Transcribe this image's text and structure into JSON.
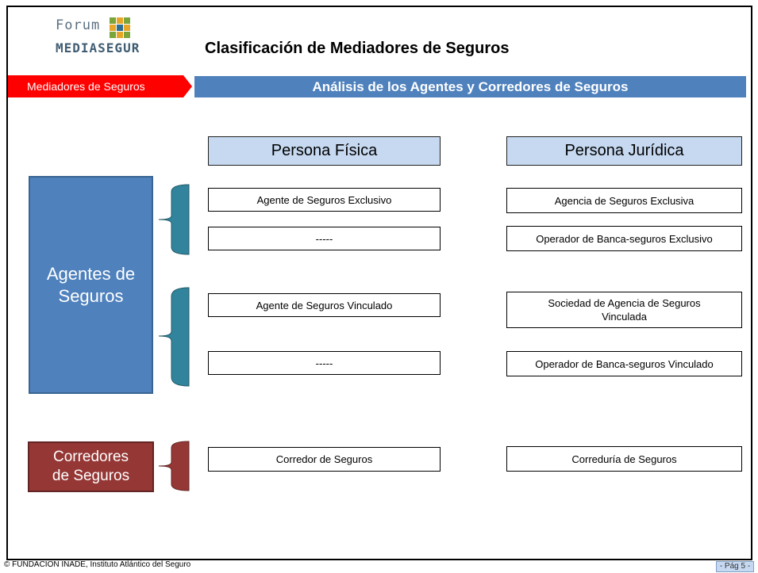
{
  "header": {
    "logo": {
      "line1": "Forum",
      "line2": "MEDIASEGUR"
    },
    "title": "Clasificación  de Mediadores de Seguros"
  },
  "section_bar": {
    "tab_label": "Mediadores de Seguros",
    "heading": "Análisis de los Agentes y Corredores de Seguros",
    "tab_color": "#ff0000",
    "bar_color": "#4f81bd"
  },
  "columns": {
    "fisica": "Persona Física",
    "juridica": "Persona Jurídica"
  },
  "groups": {
    "agentes": "Agentes de Seguros",
    "corredores": "Corredores de Seguros"
  },
  "rows": {
    "fisica": {
      "exclusivo": "Agente de Seguros Exclusivo",
      "exclusivo_banca": "-----",
      "vinculado": "Agente de Seguros Vinculado",
      "vinculado_banca": "-----",
      "corredor": "Corredor de Seguros"
    },
    "juridica": {
      "exclusivo": "Agencia de Seguros Exclusiva",
      "exclusivo_banca": "Operador de Banca-seguros Exclusivo",
      "vinculado": "Sociedad de Agencia de Seguros Vinculada",
      "vinculado_banca": "Operador de Banca-seguros Vinculado",
      "corredor": "Correduría de Seguros"
    }
  },
  "footer": {
    "copyright": "© FUNDACION INADE, Instituto Atlántico del Seguro",
    "page": "- Pág 5 -"
  },
  "colors": {
    "agentes": "#4f81bd",
    "corredores": "#953735",
    "brace_blue": "#31849b",
    "brace_red": "#953735",
    "column_header": "#c6d9f1"
  }
}
